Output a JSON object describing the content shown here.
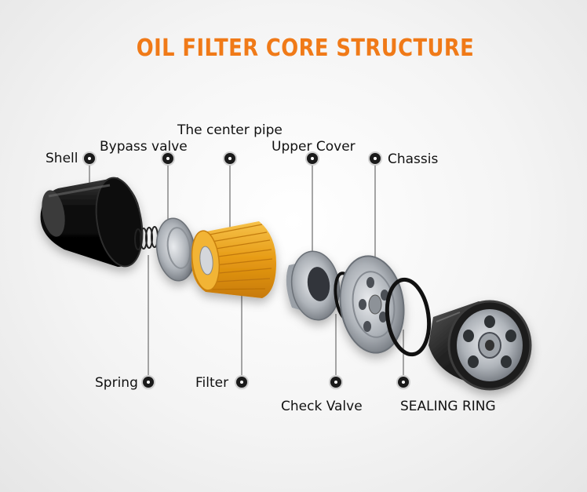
{
  "title": "OIL FILTER CORE STRUCTURE",
  "title_color": "#f07a18",
  "labels": {
    "shell": "Shell",
    "bypass_valve": "Bypass valve",
    "center_pipe": "The center pipe",
    "upper_cover": "Upper Cover",
    "chassis": "Chassis",
    "spring": "Spring",
    "filter": "Filter",
    "check_valve": "Check Valve",
    "sealing_ring": "SEALING RING"
  },
  "colors": {
    "filter_orange": "#e8a21a",
    "metal": "#b8bcc2",
    "black": "#161616"
  }
}
